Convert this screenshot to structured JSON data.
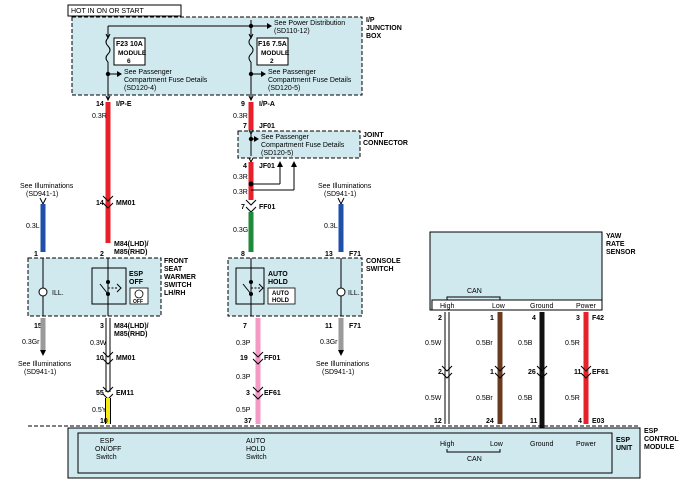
{
  "header": {
    "hot_label": "HOT IN ON OR START"
  },
  "ip_junction_box": {
    "title_lines": [
      "I/P",
      "JUNCTION",
      "BOX"
    ],
    "see_power": "See Power Distribution",
    "see_power_ref": "(SD110-12)",
    "fuse_left": {
      "name": "F23 10A",
      "label": "MODULE",
      "num": "6"
    },
    "fuse_right": {
      "name": "F16 7.5A",
      "label": "MODULE",
      "num": "2"
    },
    "see_fuse_a": "See Passenger",
    "see_fuse_b": "Compartment Fuse Details",
    "ref_left": "(SD120-4)",
    "ref_right": "(SD120-5)"
  },
  "joint_connector": {
    "title_lines": [
      "JOINT",
      "CONNECTOR"
    ],
    "see_a": "See Passenger",
    "see_b": "Compartment Fuse Details",
    "ref": "(SD120-5)"
  },
  "left_wire": {
    "pin_top": "14",
    "conn_top": "I/P-E",
    "size_top": "0.3R",
    "pin_mm01": "14",
    "conn_mm01": "MM01",
    "pin_m84": "2",
    "conn_m84a": "M84(LHD)/",
    "conn_m84b": "M85(RHD)",
    "pin_m84_out": "3",
    "conn_m84_out_a": "M84(LHD)/",
    "conn_m84_out_b": "M85(RHD)",
    "size_mid": "0.3W",
    "pin_mm01b": "10",
    "conn_mm01b": "MM01",
    "pin_em11": "55",
    "conn_em11": "EM11",
    "size_bot": "0.5Y",
    "pin_esp": "10"
  },
  "illum_left": {
    "see": "See Illuminations",
    "ref": "(SD941-1)",
    "size": "0.3L",
    "pin_in": "1",
    "pin_out": "15",
    "size_out": "0.3Gr",
    "see_out": "See Illuminations",
    "ref_out": "(SD941-1)"
  },
  "seat_warmer": {
    "title_lines": [
      "FRONT",
      "SEAT",
      "WARMER",
      "SWITCH",
      "LH/RH"
    ],
    "ill": "ILL.",
    "esp_a": "ESP",
    "esp_b": "OFF",
    "off": "OFF"
  },
  "center_wire": {
    "pin_top": "9",
    "conn_top": "I/P-A",
    "size_top": "0.3R",
    "pin_jf01a": "7",
    "conn_jf01a": "JF01",
    "pin_jf01b": "4",
    "conn_jf01b": "JF01",
    "size_1": "0.3R",
    "size_2": "0.3R",
    "pin_ff01": "7",
    "conn_ff01": "FF01",
    "size_3": "0.3G",
    "pin_8": "8",
    "pin_7": "7",
    "size_4": "0.3P",
    "pin_ff01b": "19",
    "conn_ff01b": "FF01",
    "size_5": "0.3P",
    "pin_ef61": "3",
    "conn_ef61": "EF61",
    "size_6": "0.5P",
    "pin_esp": "37"
  },
  "console_switch": {
    "title_lines": [
      "CONSOLE",
      "SWITCH"
    ],
    "auto_a": "AUTO",
    "auto_b": "HOLD",
    "btn_a": "AUTO",
    "btn_b": "HOLD",
    "ill": "ILL."
  },
  "illum_right": {
    "see": "See Illuminations",
    "ref": "(SD941-1)",
    "size": "0.3L",
    "pin_in": "13",
    "conn_in": "F71",
    "pin_out": "11",
    "conn_out": "F71",
    "size_out": "0.3Gr",
    "see_out": "See Illuminations",
    "ref_out": "(SD941-1)"
  },
  "yaw_sensor": {
    "title_lines": [
      "YAW",
      "RATE",
      "SENSOR"
    ],
    "can": "CAN",
    "high": "High",
    "low": "Low",
    "ground": "Ground",
    "power": "Power",
    "pins_top": [
      "2",
      "1",
      "4",
      "3"
    ],
    "conn_top": "F42",
    "sizes": [
      "0.5W",
      "0.5Br",
      "0.5B",
      "0.5R"
    ],
    "pins_mid": [
      "2",
      "1",
      "26",
      "11"
    ],
    "conn_mid": "EF61",
    "pins_bot": [
      "12",
      "24",
      "11",
      "4"
    ],
    "conn_bot": "E03"
  },
  "esp_unit": {
    "title_lines": [
      "ESP",
      "UNIT"
    ],
    "module_lines": [
      "ESP",
      "CONTROL",
      "MODULE"
    ],
    "esp_switch": [
      "ESP",
      "ON/OFF",
      "Switch"
    ],
    "auto_switch": [
      "AUTO",
      "HOLD",
      "Switch"
    ],
    "high": "High",
    "low": "Low",
    "can": "CAN",
    "ground": "Ground",
    "power": "Power"
  },
  "colors": {
    "red": "#e8202a",
    "blue": "#1f4fa8",
    "gray": "#9a9a9a",
    "green": "#1e8a3a",
    "pink": "#f59ac6",
    "yellow": "#f5ea14",
    "brown": "#6b3b1f",
    "black": "#111111",
    "white": "#ffffff",
    "box_fill": "#cfe9ee"
  }
}
